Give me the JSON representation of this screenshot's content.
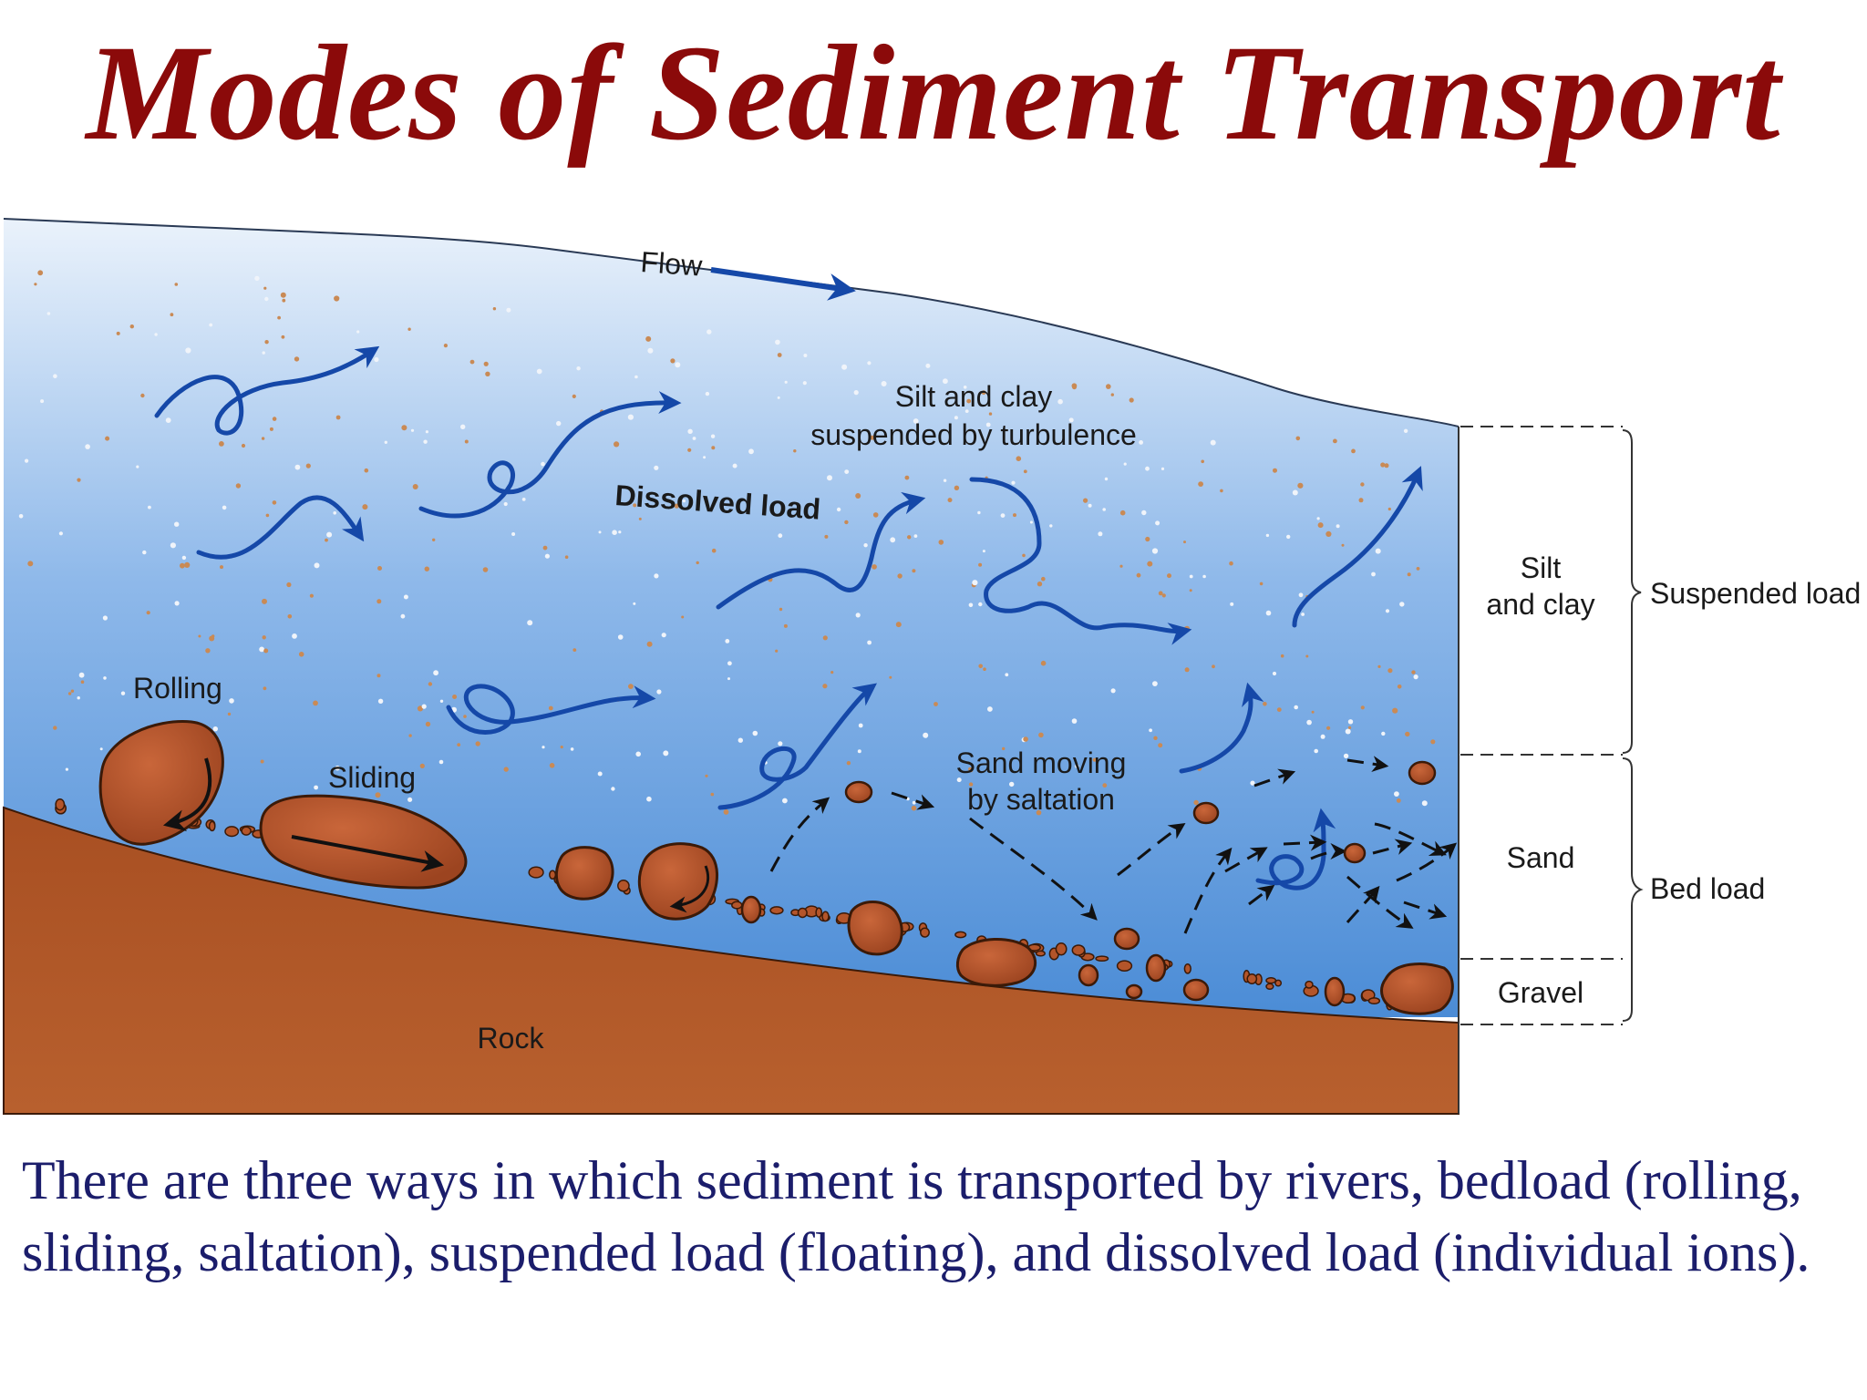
{
  "title": "Modes of Sediment Transport",
  "labels": {
    "flow": "Flow",
    "silt_clay_line1": "Silt and clay",
    "silt_clay_line2": "suspended by turbulence",
    "dissolved_load": "Dissolved load",
    "rolling": "Rolling",
    "sliding": "Sliding",
    "sand_saltation_line1": "Sand moving",
    "sand_saltation_line2": "by saltation",
    "rock": "Rock"
  },
  "side_labels": {
    "silt": "Silt",
    "and_clay": "and clay",
    "sand": "Sand",
    "gravel": "Gravel",
    "suspended_load": "Suspended load",
    "bed_load": "Bed load"
  },
  "caption": "There are three ways in which sediment is transported by rivers, bedload (rolling, sliding, saltation), suspended load (floating), and dissolved load (individual ions).",
  "colors": {
    "title": "#8b0a0a",
    "caption": "#1b1d6b",
    "water_top": "#e9f1fb",
    "water_bottom": "#4d8fd8",
    "rock": "#b25a2a",
    "pebble": "#b4552a",
    "arrow": "#1548a8"
  }
}
